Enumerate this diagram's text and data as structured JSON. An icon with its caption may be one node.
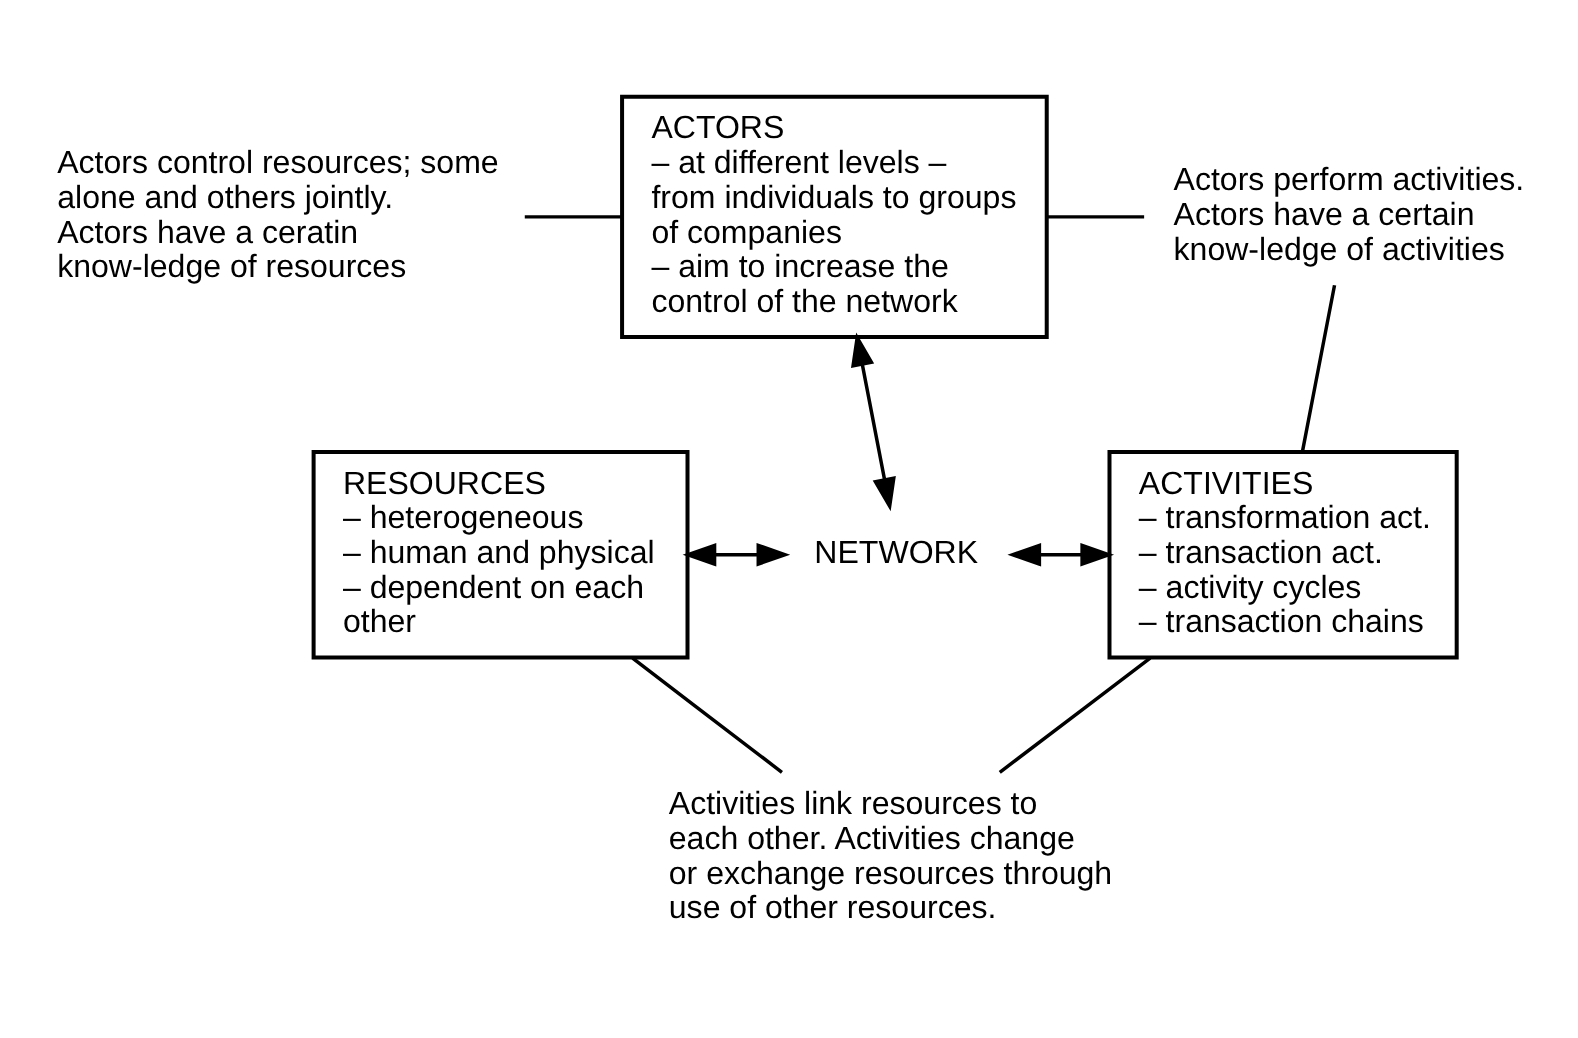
{
  "diagram": {
    "nodes": [
      {
        "text": [
          "ACTORS",
          "– at different levels – from individuals to groups of companies",
          "– aim to increase the control of the network"
        ]
      },
      {
        "text": [
          "NETWORK"
        ]
      },
      {
        "text": [
          "RESOURCES",
          "– heterogeneous",
          "– human and physical",
          "– dependent on each other"
        ]
      },
      {
        "text": [
          "ACTIVITIES",
          "– transformation act.",
          "– transaction act.",
          "– activity cycles",
          "– transaction chains"
        ]
      },
      {
        "text": [
          "Actors control resources; some alone and others jointly. Actors have a ceratin know-ledge of resources"
        ]
      },
      {
        "text": [
          "Actors perform activities. Actors have a certain know-ledge of activities"
        ]
      },
      {
        "text": [
          "Activities link resources to each other. Activities change or exchange resources through use of other resources."
        ]
      }
    ],
    "edges": [
      {
        "from": 0,
        "to": 1,
        "arrow": "both"
      },
      {
        "from": 2,
        "to": 1,
        "arrow": "both"
      },
      {
        "from": 1,
        "to": 3,
        "arrow": "both"
      },
      {
        "from": 4,
        "to": 0,
        "arrow": "none"
      },
      {
        "from": 0,
        "to": 5,
        "arrow": "none"
      },
      {
        "from": 5,
        "to": 3,
        "arrow": "none"
      },
      {
        "from": 2,
        "to": 6,
        "arrow": "none"
      },
      {
        "from": 6,
        "to": 3,
        "arrow": "none"
      }
    ]
  }
}
